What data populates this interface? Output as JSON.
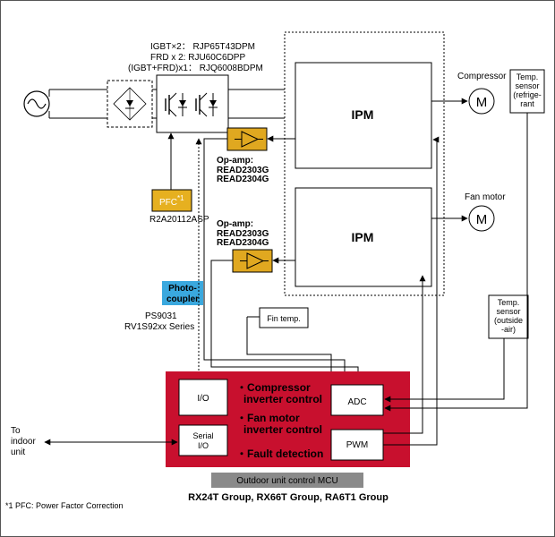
{
  "components": {
    "igbt_line": "IGBT×2： RJP65T43DPM",
    "frd_line": "FRD x 2: RJU60C6DPP",
    "igbt_frd_line": "(IGBT+FRD)x1： RJQ6008BDPM",
    "ipm_top": "IPM",
    "ipm_bottom": "IPM",
    "compressor": "Compressor",
    "fan_motor": "Fan motor",
    "motor_symbol": "M",
    "temp_sensor_refrigerant": [
      "Temp.",
      "sensor",
      "(refrige-",
      "rant"
    ],
    "temp_sensor_outside": [
      "Temp.",
      "sensor",
      "(outside",
      "-air)"
    ],
    "opamp_top": [
      "Op-amp:",
      "READ2303G",
      "READ2304G"
    ],
    "opamp_bottom": [
      "Op-amp:",
      "READ2303G",
      "READ2304G"
    ],
    "pfc_label": "PFC",
    "pfc_sup": "*1",
    "pfc_part": "R2A20112ASP",
    "photocoupler": [
      "Photo-",
      "coupler"
    ],
    "photocoupler_parts": [
      "PS9031",
      "RV1S92xx Series"
    ],
    "fin_temp": "Fin temp.",
    "to_indoor_unit": [
      "To",
      "indoor",
      "unit"
    ]
  },
  "mcu": {
    "io": "I/O",
    "serial_io": [
      "Serial",
      "I/O"
    ],
    "adc": "ADC",
    "pwm": "PWM",
    "features": [
      [
        "・Compressor",
        "inverter control"
      ],
      [
        "・Fan motor",
        "inverter control"
      ],
      [
        "・Fault detection"
      ]
    ],
    "bar_label": "Outdoor unit control MCU",
    "groups": "RX24T Group, RX66T Group, RA6T1 Group"
  },
  "footnote": "*1 PFC: Power Factor Correction",
  "colors": {
    "mcu_red": "#c8102e",
    "opamp_gold": "#e0a820",
    "pfc_gold": "#e6b020",
    "photo_blue": "#3aa8de",
    "bar_gray": "#8a8a8a"
  }
}
